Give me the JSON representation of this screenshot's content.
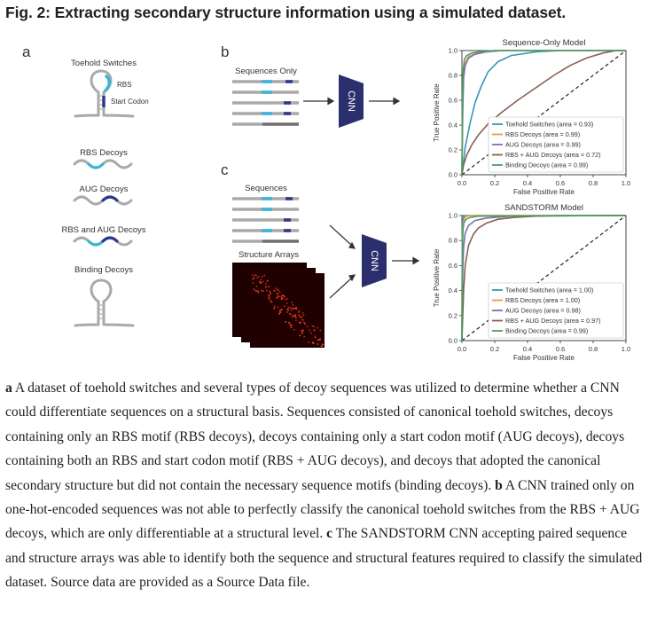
{
  "figure": {
    "title": "Fig. 2: Extracting secondary structure information using a simulated dataset.",
    "panel_labels": {
      "a": "a",
      "b": "b",
      "c": "c"
    },
    "panel_a": {
      "toehold_title": "Toehold Switches",
      "rbs_label": "RBS",
      "start_codon_label": "Start Codon",
      "rbs_decoys": "RBS Decoys",
      "aug_decoys": "AUG Decoys",
      "rbs_aug_decoys": "RBS and AUG Decoys",
      "binding_decoys": "Binding Decoys"
    },
    "panel_b": {
      "sequences_label": "Sequences Only",
      "cnn_label": "CNN"
    },
    "panel_c": {
      "sequences_label": "Sequences",
      "structure_label": "Structure Arrays",
      "cnn_label": "CNN"
    },
    "colors": {
      "toehold": "#3a96b5",
      "rbs": "#e99a44",
      "aug": "#7a6fb3",
      "rbs_aug": "#8b5e55",
      "binding": "#4aa05e",
      "cnn_fill": "#2c2f6e",
      "strand_gray": "#a9a9a9",
      "cyan_motif": "#3bb4d8",
      "navy_motif": "#2c3a8c"
    }
  },
  "chart_data": [
    {
      "type": "line",
      "title": "Sequence-Only Model",
      "xlabel": "False Positive Rate",
      "ylabel": "True Positive Rate",
      "xlim": [
        0,
        1
      ],
      "ylim": [
        0,
        1
      ],
      "xticks": [
        "0.0",
        "0.2",
        "0.4",
        "0.6",
        "0.8",
        "1.0"
      ],
      "yticks": [
        "0.0",
        "0.2",
        "0.4",
        "0.6",
        "0.8",
        "1.0"
      ],
      "legend_position": "bottom-right",
      "diagonal": true,
      "series": [
        {
          "name": "Toehold Switches (area = 0.93)",
          "color": "#3a96b5",
          "x": [
            0,
            0.02,
            0.05,
            0.08,
            0.12,
            0.16,
            0.22,
            0.3,
            0.45,
            0.6,
            1.0
          ],
          "y": [
            0,
            0.22,
            0.42,
            0.58,
            0.72,
            0.83,
            0.91,
            0.96,
            0.99,
            1.0,
            1.0
          ]
        },
        {
          "name": "RBS Decoys (area = 0.99)",
          "color": "#e99a44",
          "x": [
            0,
            0.005,
            0.01,
            0.02,
            0.04,
            0.07,
            0.12,
            0.2,
            1.0
          ],
          "y": [
            0,
            0.55,
            0.8,
            0.9,
            0.95,
            0.97,
            0.99,
            1.0,
            1.0
          ]
        },
        {
          "name": "AUG Decoys (area = 0.99)",
          "color": "#7a6fb3",
          "x": [
            0,
            0.005,
            0.01,
            0.02,
            0.04,
            0.08,
            0.15,
            0.25,
            1.0
          ],
          "y": [
            0,
            0.5,
            0.78,
            0.88,
            0.94,
            0.97,
            0.99,
            1.0,
            1.0
          ]
        },
        {
          "name": "RBS + AUG Decoys (area = 0.72)",
          "color": "#8b5e55",
          "x": [
            0,
            0.01,
            0.03,
            0.06,
            0.1,
            0.16,
            0.24,
            0.34,
            0.45,
            0.56,
            0.66,
            0.76,
            0.86,
            0.94,
            1.0
          ],
          "y": [
            0,
            0.08,
            0.16,
            0.24,
            0.32,
            0.41,
            0.5,
            0.6,
            0.7,
            0.8,
            0.88,
            0.94,
            0.98,
            1.0,
            1.0
          ]
        },
        {
          "name": "Binding Decoys (area = 0.99)",
          "color": "#4aa05e",
          "x": [
            0,
            0.003,
            0.008,
            0.015,
            0.03,
            0.06,
            0.1,
            0.2,
            1.0
          ],
          "y": [
            0,
            0.6,
            0.85,
            0.93,
            0.96,
            0.98,
            0.99,
            1.0,
            1.0
          ]
        }
      ]
    },
    {
      "type": "line",
      "title": "SANDSTORM Model",
      "xlabel": "False Positive Rate",
      "ylabel": "True Positive Rate",
      "xlim": [
        0,
        1
      ],
      "ylim": [
        0,
        1
      ],
      "xticks": [
        "0.0",
        "0.2",
        "0.4",
        "0.6",
        "0.8",
        "1.0"
      ],
      "yticks": [
        "0.0",
        "0.2",
        "0.4",
        "0.6",
        "0.8",
        "1.0"
      ],
      "legend_position": "bottom-right",
      "diagonal": true,
      "series": [
        {
          "name": "Toehold Switches (area = 1.00)",
          "color": "#3a96b5",
          "x": [
            0,
            0.002,
            0.005,
            0.01,
            0.02,
            0.05,
            1.0
          ],
          "y": [
            0,
            0.85,
            0.96,
            0.99,
            1.0,
            1.0,
            1.0
          ]
        },
        {
          "name": "RBS Decoys (area = 1.00)",
          "color": "#e99a44",
          "x": [
            0,
            0.003,
            0.008,
            0.015,
            0.03,
            0.06,
            1.0
          ],
          "y": [
            0,
            0.8,
            0.94,
            0.98,
            0.995,
            1.0,
            1.0
          ]
        },
        {
          "name": "AUG Decoys (area = 0.98)",
          "color": "#7a6fb3",
          "x": [
            0,
            0.005,
            0.01,
            0.02,
            0.04,
            0.08,
            0.15,
            0.3,
            1.0
          ],
          "y": [
            0,
            0.55,
            0.75,
            0.86,
            0.92,
            0.96,
            0.98,
            0.995,
            1.0
          ]
        },
        {
          "name": "RBS + AUG Decoys (area = 0.97)",
          "color": "#8b5e55",
          "x": [
            0,
            0.01,
            0.02,
            0.04,
            0.07,
            0.1,
            0.15,
            0.22,
            0.32,
            0.45,
            0.6,
            1.0
          ],
          "y": [
            0,
            0.4,
            0.6,
            0.76,
            0.85,
            0.9,
            0.94,
            0.97,
            0.985,
            0.995,
            1.0,
            1.0
          ]
        },
        {
          "name": "Binding Decoys (area = 0.99)",
          "color": "#4aa05e",
          "x": [
            0,
            0.002,
            0.006,
            0.012,
            0.025,
            0.05,
            0.1,
            1.0
          ],
          "y": [
            0,
            0.7,
            0.88,
            0.94,
            0.97,
            0.985,
            0.995,
            1.0
          ]
        }
      ]
    }
  ],
  "caption": {
    "a_label": "a",
    "a_text": " A dataset of toehold switches and several types of decoy sequences was utilized to determine whether a CNN could differentiate sequences on a structural basis. Sequences consisted of canonical toehold switches, decoys containing only an RBS motif (RBS decoys), decoys containing only a start codon motif (AUG decoys), decoys containing both an RBS and start codon motif (RBS + AUG decoys), and decoys that adopted the canonical secondary structure but did not contain the necessary sequence motifs (binding decoys). ",
    "b_label": "b",
    "b_text": " A CNN trained only on one-hot-encoded sequences was not able to perfectly classify the canonical toehold switches from the RBS + AUG decoys, which are only differentiable at a structural level. ",
    "c_label": "c",
    "c_text": " The SANDSTORM CNN accepting paired sequence and structure arrays was able to identify both the sequence and structural features required to classify the simulated dataset. Source data are provided as a Source Data file."
  }
}
